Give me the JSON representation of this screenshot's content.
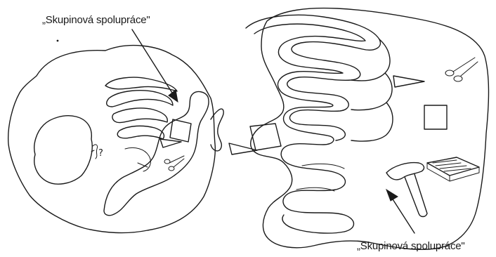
{
  "labels": {
    "top_label": "„Skupinová spolupráce\"",
    "bottom_label": "„Skupinová spolupráce\"",
    "question_mark": "?"
  },
  "colors": {
    "ink": "#1a1a1a",
    "paper": "#ffffff"
  },
  "icons": [
    "scissors-icon",
    "triangle-shape",
    "square-shape",
    "hammer-icon",
    "book-icon",
    "arrow-icon"
  ]
}
